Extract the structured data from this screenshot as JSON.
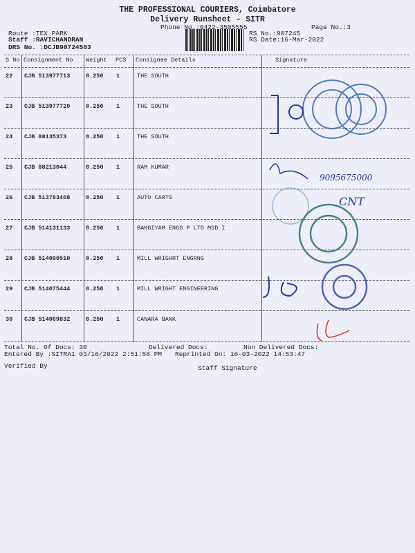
{
  "header": {
    "company": "THE PROFESSIONAL COURIERS, Coimbatore",
    "subtitle": "Delivery Runsheet - SITR",
    "phone": "Phone No.:0422-3505555",
    "page_no": "Page No.:3",
    "route": "Route :TEX PARK",
    "staff": "Staff :RAVICHANDRAN",
    "drs_no": "DRS No. :DCJB90724503",
    "rs_no": "RS No.:907245",
    "rs_date": "RS Date:16-Mar-2022"
  },
  "columns": [
    "S No",
    "Consignment No",
    "Weight",
    "PCS",
    "Consignee Details",
    "Signature"
  ],
  "rows": [
    {
      "sno": "22",
      "consignment": "CJB 513977713",
      "weight": "0.250",
      "pcs": "1",
      "consignee": "THE SOUTH"
    },
    {
      "sno": "23",
      "consignment": "CJB 513977720",
      "weight": "0.250",
      "pcs": "1",
      "consignee": "THE SOUTH"
    },
    {
      "sno": "24",
      "consignment": "CJB 88135373",
      "weight": "0.250",
      "pcs": "1",
      "consignee": "THE SOUTH"
    },
    {
      "sno": "25",
      "consignment": "CJB 88213044",
      "weight": "0.250",
      "pcs": "1",
      "consignee": "RAM KUMAR"
    },
    {
      "sno": "26",
      "consignment": "CJB 513783408",
      "weight": "0.250",
      "pcs": "1",
      "consignee": "AUTO CARTS"
    },
    {
      "sno": "27",
      "consignment": "CJB 514131133",
      "weight": "0.250",
      "pcs": "1",
      "consignee": "BAKGIYAM ENGG P LTD MSD I"
    },
    {
      "sno": "28",
      "consignment": "CJB 514090510",
      "weight": "0.250",
      "pcs": "1",
      "consignee": "MILL WRIGHRT ENGRNG"
    },
    {
      "sno": "29",
      "consignment": "CJB 514075444",
      "weight": "0.250",
      "pcs": "1",
      "consignee": "MILL WRIGHT ENGINEERING"
    },
    {
      "sno": "30",
      "consignment": "CJB 514069832",
      "weight": "0.250",
      "pcs": "1",
      "consignee": "CANARA  BANK"
    }
  ],
  "handwriting": {
    "phone_note": "9095675000",
    "note_cnt": "CNT"
  },
  "footer": {
    "total_docs": "Total No. Of Docs:  30",
    "delivered_docs": "Delivered Docs:",
    "non_delivered_docs": "Non Delivered Docs:",
    "entered_by": "Entered By :SITRA1 03/16/2022 2:51:58 PM",
    "reprinted_on": "Reprinted On: 16-03-2022 14:53:47",
    "verified_by": "Verified By",
    "staff_signature": "Staff Signature"
  }
}
